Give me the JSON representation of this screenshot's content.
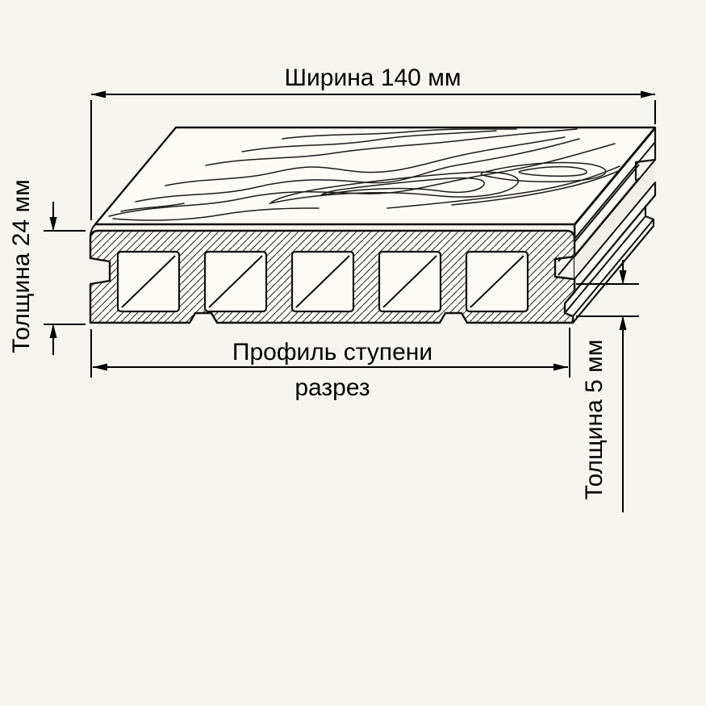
{
  "meta": {
    "background_color": "#f6f5ef",
    "line_color": "#111111",
    "drawing_type": "decking-board-cross-section"
  },
  "labels": {
    "width": "Ширина 140 мм",
    "thickness": "Толщина 24 мм",
    "bottom_thickness": "Толщина 5 мм",
    "profile_line1": "Профиль ступени",
    "profile_line2": "разрез"
  },
  "values": {
    "width_mm": 140,
    "thickness_mm": 24,
    "bottom_thickness_mm": 5
  }
}
